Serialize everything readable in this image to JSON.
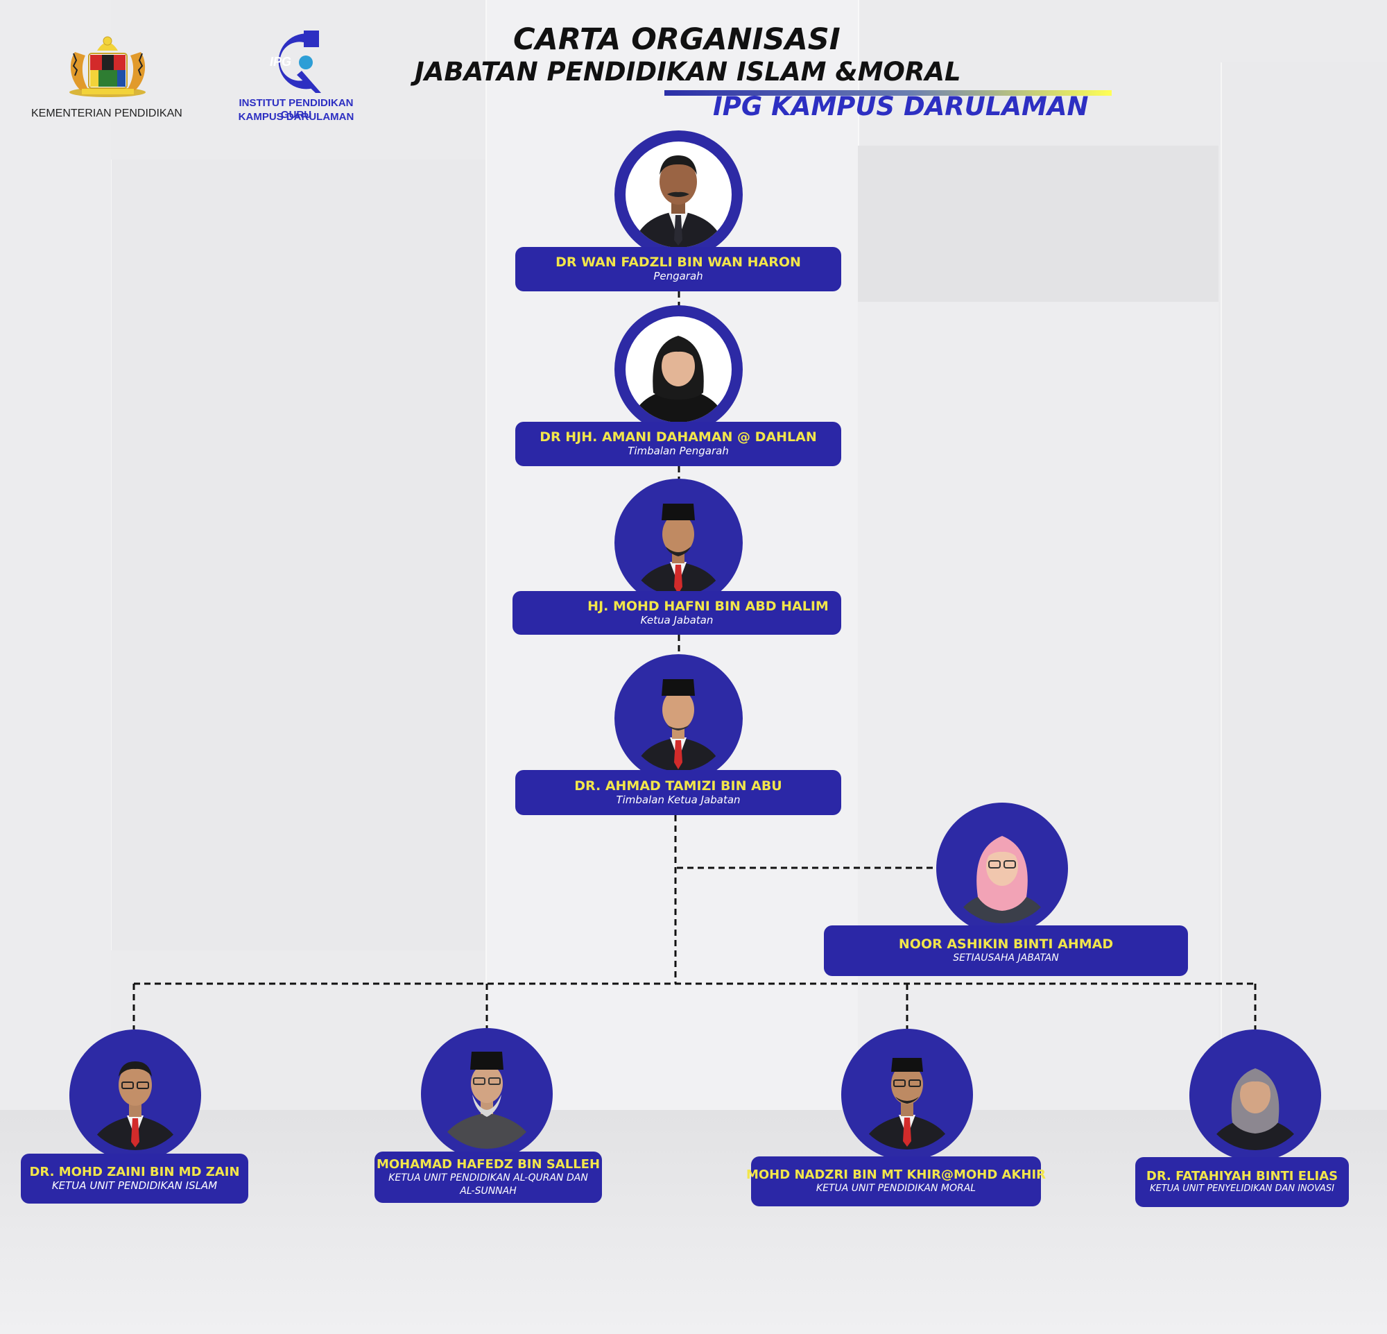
{
  "header": {
    "ministry_label": "KEMENTERIAN PENDIDIKAN",
    "ipg_logo_text": "IPG",
    "institute_line1": "INSTITUT PENDIDIKAN GURU",
    "institute_line2": "KAMPUS DARULAMAN",
    "title_line1": "CARTA ORGANISASI",
    "title_line2": "JABATAN PENDIDIKAN ISLAM &MORAL",
    "title_line3": "IPG KAMPUS DARULAMAN"
  },
  "colors": {
    "card_bg": "#2b27a6",
    "name_text": "#f2e64a",
    "role_text": "#ffffff",
    "campus_title": "#2d2fc2"
  },
  "org": {
    "pengarah": {
      "name": "DR WAN FADZLI BIN WAN HARON",
      "role": "Pengarah"
    },
    "timbalan_pengarah": {
      "name": "DR HJH. AMANI DAHAMAN @ DAHLAN",
      "role": "Timbalan Pengarah"
    },
    "ketua_jabatan": {
      "name": "HJ. MOHD HAFNI BIN ABD HALIM",
      "role": "Ketua Jabatan"
    },
    "timbalan_ketua": {
      "name": "DR. AHMAD TAMIZI BIN ABU",
      "role": "Timbalan Ketua Jabatan"
    },
    "setiausaha": {
      "name": "NOOR ASHIKIN BINTI AHMAD",
      "role": "SETIAUSAHA JABATAN"
    },
    "units": [
      {
        "name": "DR. MOHD ZAINI BIN MD ZAIN",
        "role": "KETUA UNIT PENDIDIKAN ISLAM"
      },
      {
        "name": "MOHAMAD HAFEDZ BIN SALLEH",
        "role": "KETUA UNIT PENDIDIKAN AL-QURAN DAN AL-SUNNAH"
      },
      {
        "name": "MOHD NADZRI BIN MT KHIR@MOHD AKHIR",
        "role": "KETUA UNIT PENDIDIKAN MORAL"
      },
      {
        "name": "DR. FATAHIYAH BINTI ELIAS",
        "role": "KETUA UNIT PENYELIDIKAN DAN INOVASI"
      }
    ]
  }
}
